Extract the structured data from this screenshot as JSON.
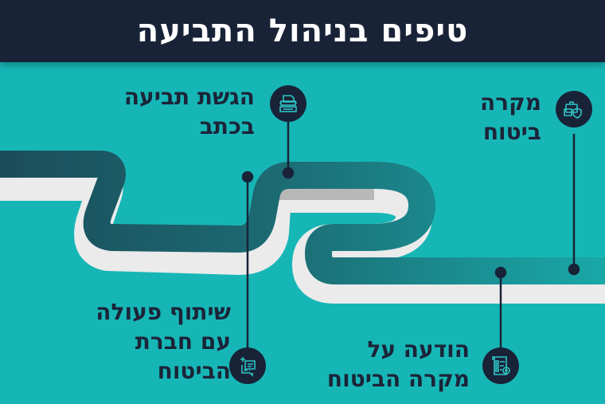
{
  "header": {
    "title": "טיפים בניהול התביעה"
  },
  "steps": [
    {
      "id": "insurance-event",
      "label_line1": "מקרה",
      "label_line2": "ביטוח",
      "icon": "briefcase-shield-icon"
    },
    {
      "id": "submit-claim",
      "label_line1": "הגשת תביעה",
      "label_line2": "בכתב",
      "icon": "typewriter-icon"
    },
    {
      "id": "notify",
      "label_line1": "הודעה על",
      "label_line2": "מקרה הביטוח",
      "icon": "document-checklist-icon"
    },
    {
      "id": "cooperate",
      "label_line1": "שיתוף פעולה",
      "label_line2": "עם חברת",
      "label_line3": "הביטוח",
      "icon": "chat-plus-icon"
    }
  ],
  "colors": {
    "background": "#17b6b6",
    "header": "#192338",
    "road_dark": "#1c5360",
    "road_mid": "#1a8a8e",
    "road_side": "#ececec",
    "text": "#1b2438",
    "icon_stroke": "#2ec4c4"
  }
}
